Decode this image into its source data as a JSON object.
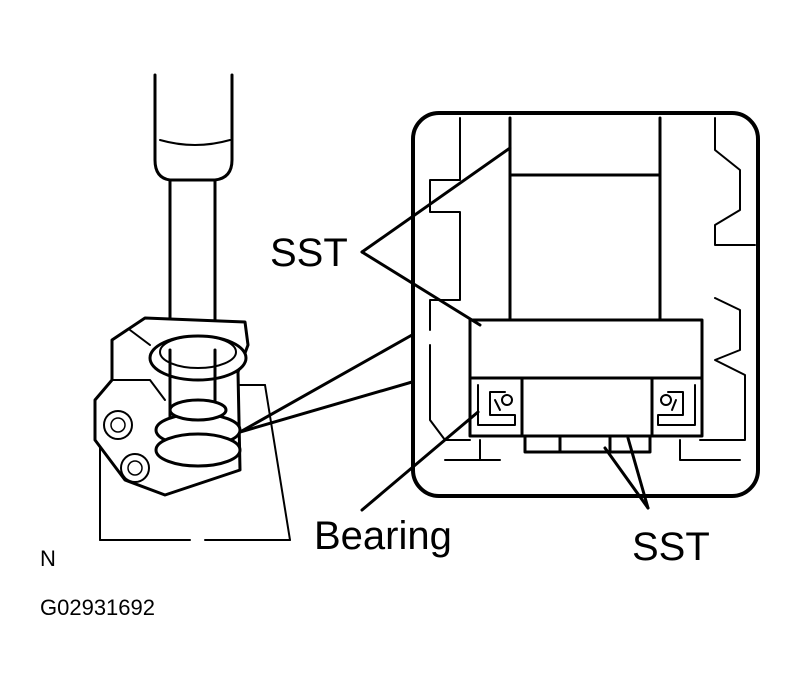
{
  "labels": {
    "sst_top": "SST",
    "sst_bottom": "SST",
    "bearing": "Bearing",
    "direction": "N",
    "figure_code": "G02931692"
  },
  "colors": {
    "ink": "#000000",
    "paper": "#ffffff"
  }
}
